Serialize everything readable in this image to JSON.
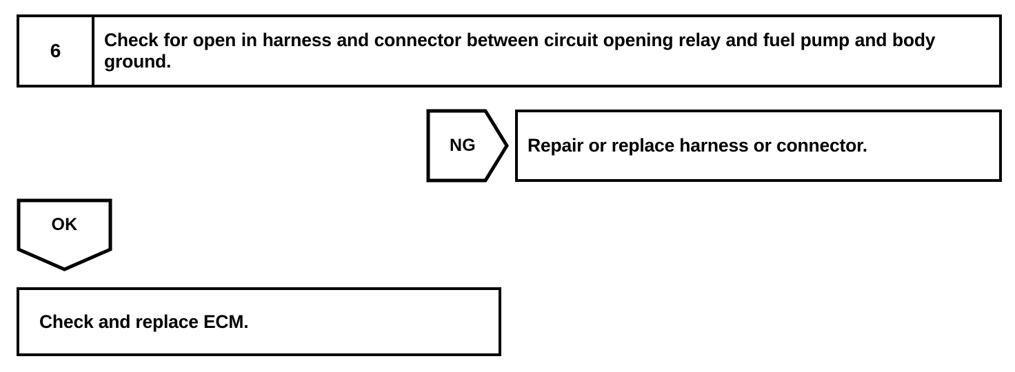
{
  "diagram": {
    "type": "automotive-diagnostic-flowchart",
    "line_color": "#000000",
    "background_color": "#ffffff",
    "step": {
      "number": "6",
      "instruction": "Check for open in harness and connector between circuit opening relay and fuel pump and body ground."
    },
    "branches": {
      "ng": {
        "label": "NG",
        "outcome": "Repair or replace harness or connector."
      },
      "ok": {
        "label": "OK",
        "outcome": "Check and replace ECM."
      }
    }
  }
}
